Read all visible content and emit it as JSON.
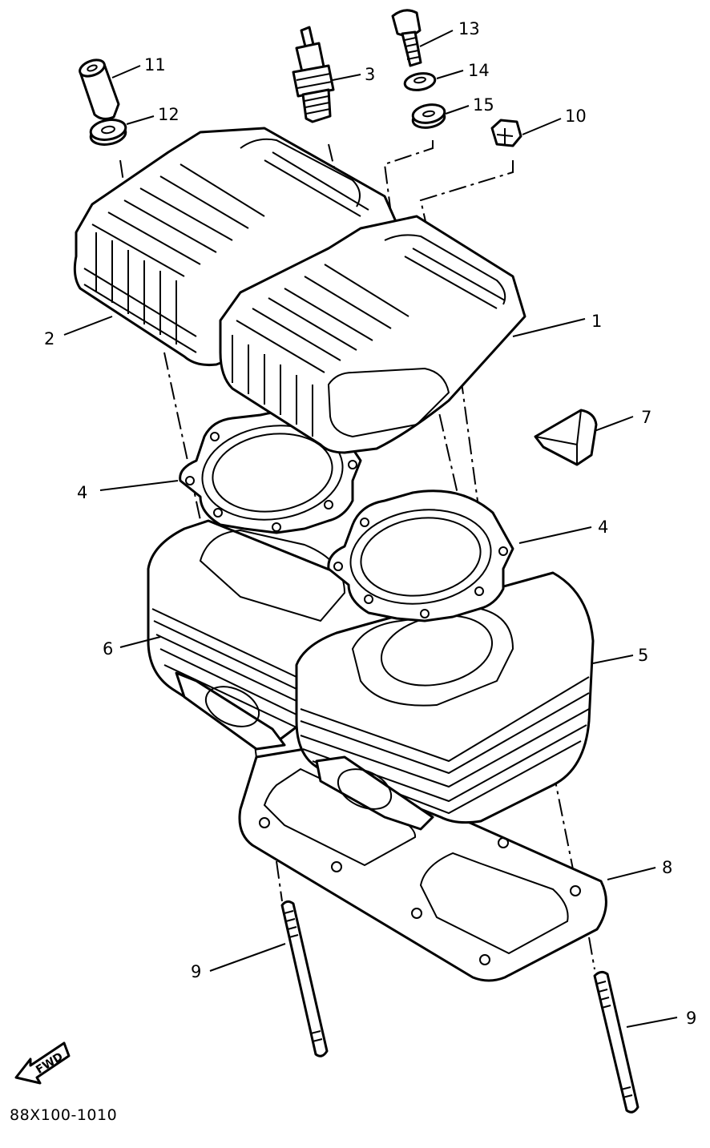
{
  "diagram_code": "88X100-1010",
  "fwd_label": "FWD",
  "callouts": {
    "c1": "1",
    "c2": "2",
    "c3": "3",
    "c4a": "4",
    "c4b": "4",
    "c5": "5",
    "c6": "6",
    "c7": "7",
    "c8": "8",
    "c9a": "9",
    "c9b": "9",
    "c10": "10",
    "c11": "11",
    "c12": "12",
    "c13": "13",
    "c14": "14",
    "c15": "15"
  }
}
